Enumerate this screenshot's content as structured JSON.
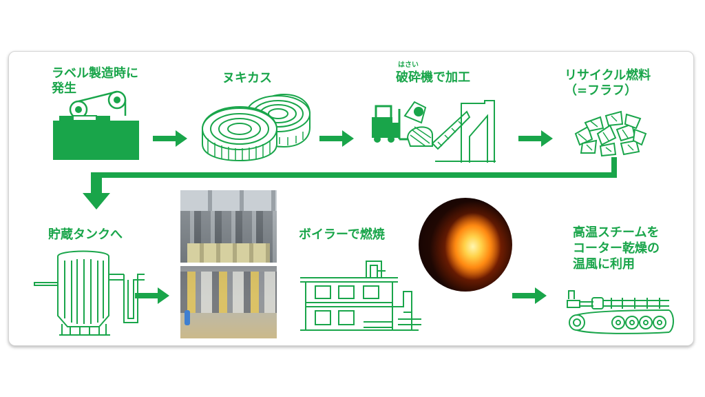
{
  "colors": {
    "accent": "#19a54a",
    "panel_border": "#d4d4d4"
  },
  "steps": {
    "label_production": {
      "line1": "ラベル製造時に",
      "line2": "発生"
    },
    "nukikasu": {
      "label": "ヌキカス"
    },
    "crusher": {
      "ruby": "はさい",
      "label": "破砕機で加工"
    },
    "fluff": {
      "line1": "リサイクル燃料",
      "line2": "（=フラフ）"
    },
    "storage": {
      "label": "貯蔵タンクへ"
    },
    "boiler": {
      "label": "ボイラーで燃焼"
    },
    "steam": {
      "line1": "高温スチームを",
      "line2": "コーター乾燥の",
      "line3": "温風に利用"
    }
  },
  "icons": {
    "production": "label-machine-icon",
    "nukikasu": "waste-rolls-icon",
    "crusher": "forklift-crusher-icon",
    "fluff": "fluff-flakes-icon",
    "storage": "storage-tank-icon",
    "boiler": "boiler-icon",
    "coater": "coater-dryer-icon"
  }
}
